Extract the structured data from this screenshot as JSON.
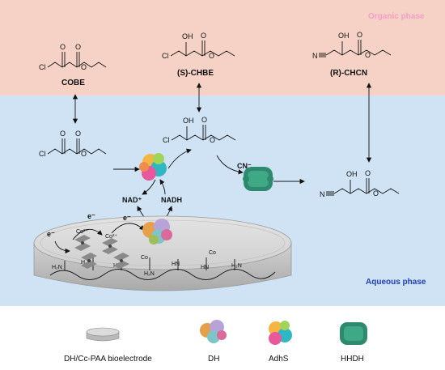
{
  "phases": {
    "organic": "Organic phase",
    "aqueous": "Aqueous phase"
  },
  "compounds": {
    "cobe": "COBE",
    "s_chbe": "(S)-CHBE",
    "r_chcn": "(R)-CHCN"
  },
  "atoms": {
    "cl": "Cl",
    "o": "O",
    "oh": "OH",
    "n": "N",
    "nc": "N",
    "c": "C",
    "h2n": "H₂N",
    "hn": "HN",
    "co": "Co",
    "co_ion": "Co²⁺"
  },
  "reagents": {
    "nad": "NAD⁺",
    "nadh": "NADH",
    "cn": "CN⁻",
    "electron": "e⁻"
  },
  "legend": {
    "electrode": "DH/Cc-PAA bioelectrode",
    "dh": "DH",
    "adhs": "AdhS",
    "hhdh": "HHDH"
  },
  "colors": {
    "organic_bg": "#f6d2c6",
    "aqueous_bg": "#cfe3f5",
    "phase_organic_label": "#f2a0c7",
    "phase_aqueous_label": "#1f3fb8",
    "hhdh_protein": "#2e8a6e",
    "electrode": "#d6d6d6"
  }
}
